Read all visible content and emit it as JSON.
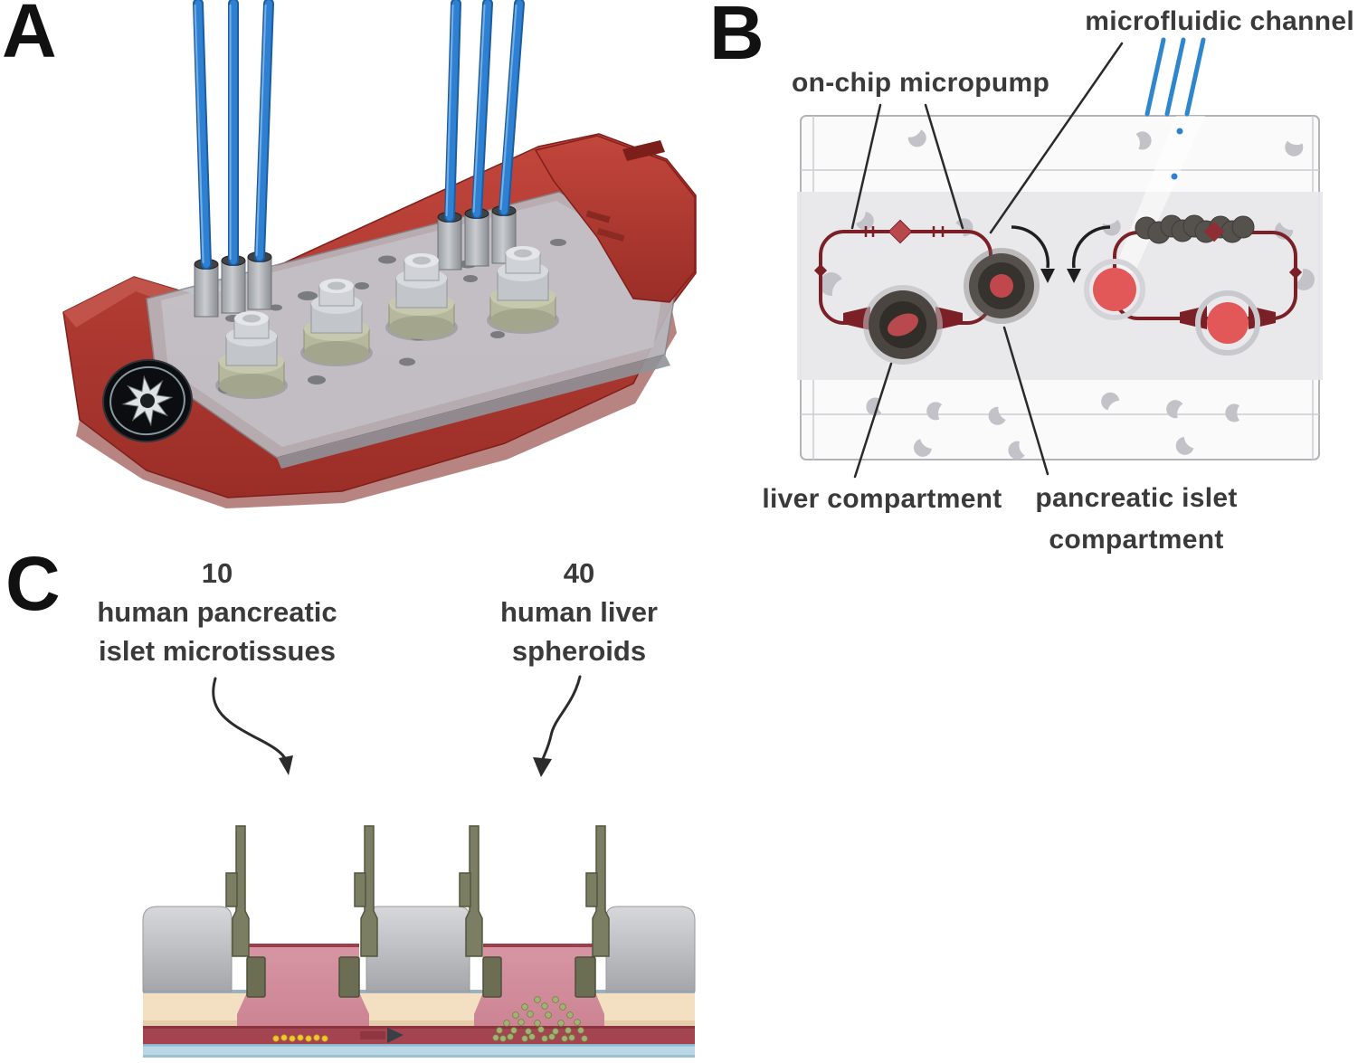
{
  "figure": {
    "type": "organ-on-chip microfluidic device figure",
    "panel_a": {
      "label": "A"
    },
    "panel_b": {
      "label": "B",
      "annotation_microfluidic_channel": "microfluidic channel",
      "annotation_on_chip_micropump": "on-chip micropump",
      "annotation_liver_compartment": "liver compartment",
      "annotation_pancreatic_islet_line1": "pancreatic islet",
      "annotation_pancreatic_islet_line2": "compartment"
    },
    "panel_c": {
      "label": "C",
      "left_callout": {
        "count": "10",
        "line1": "human pancreatic",
        "line2": "islet microtissues"
      },
      "right_callout": {
        "count": "40",
        "line1": "human liver",
        "line2": "spheroids"
      }
    },
    "colors": {
      "device_frame_red": "#a93630",
      "tubing_blue": "#2e81d2",
      "channel_dark_red": "#7b2027",
      "islet_compartment_red": "#e25858",
      "well_pink": "#d795a3",
      "insert_olive": "#7b7e63",
      "annotation_text": "#3a3a3a"
    }
  }
}
